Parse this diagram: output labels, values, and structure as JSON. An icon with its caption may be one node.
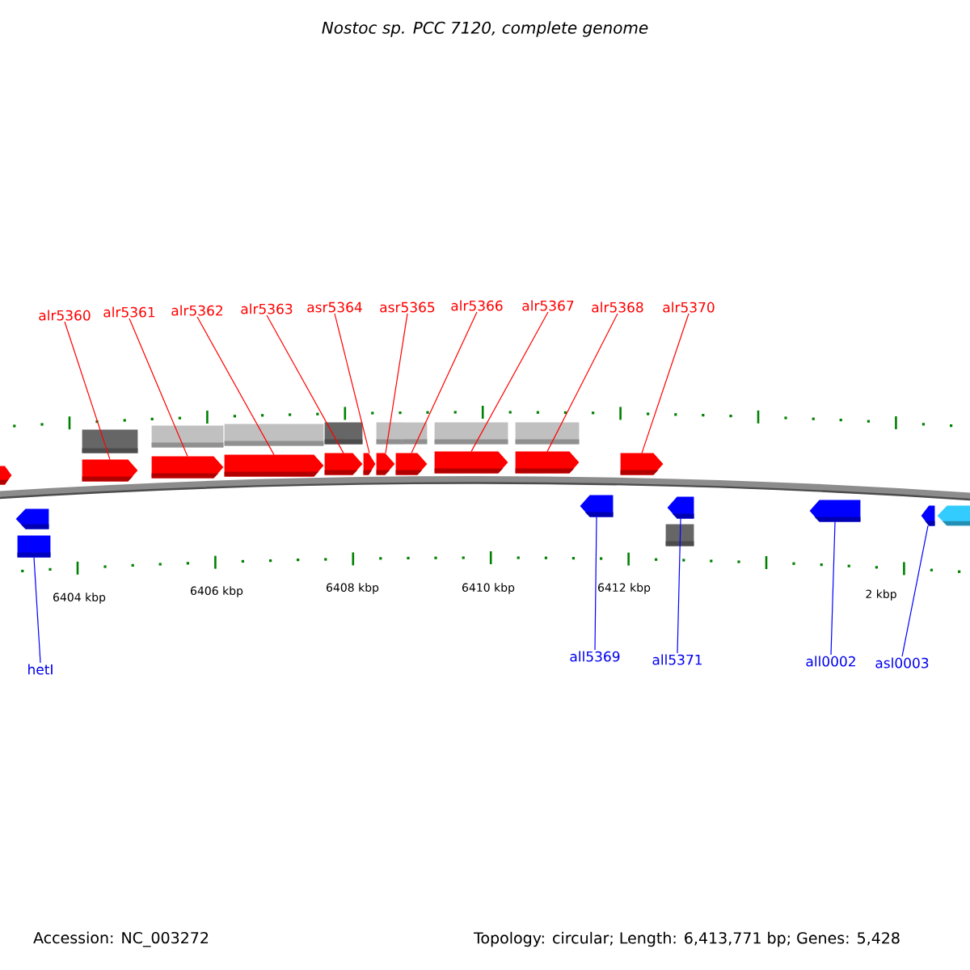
{
  "diagram": {
    "title": "Nostoc sp. PCC 7120, complete genome",
    "nodes": [
      {
        "text": [
          "alr5360"
        ]
      },
      {
        "text": [
          "alr5361"
        ]
      },
      {
        "text": [
          "alr5362"
        ]
      },
      {
        "text": [
          "alr5363"
        ]
      },
      {
        "text": [
          "asr5364"
        ]
      },
      {
        "text": [
          "asr5365"
        ]
      },
      {
        "text": [
          "alr5366"
        ]
      },
      {
        "text": [
          "alr5367"
        ]
      },
      {
        "text": [
          "alr5368"
        ]
      },
      {
        "text": [
          "alr5370"
        ]
      },
      {
        "text": [
          "hetI"
        ]
      },
      {
        "text": [
          "all5369"
        ]
      },
      {
        "text": [
          "all5371"
        ]
      },
      {
        "text": [
          "all0002"
        ]
      },
      {
        "text": [
          "asl0003"
        ]
      },
      {
        "text": [],
        "shape": "arrow"
      },
      {
        "text": [],
        "shape": "arrow"
      },
      {
        "text": [],
        "shape": "arrow"
      },
      {
        "text": [],
        "shape": "arrow"
      },
      {
        "text": [],
        "shape": "arrow"
      },
      {
        "text": [],
        "shape": "arrow"
      },
      {
        "text": [],
        "shape": "arrow"
      },
      {
        "text": [],
        "shape": "arrow"
      },
      {
        "text": [],
        "shape": "arrow"
      },
      {
        "text": [],
        "shape": "arrow"
      },
      {
        "text": [],
        "shape": "arrow"
      },
      {
        "text": [],
        "shape": "arrow"
      },
      {
        "text": [],
        "shape": "box"
      },
      {
        "text": [],
        "shape": "arrow"
      },
      {
        "text": [],
        "shape": "arrow"
      },
      {
        "text": [],
        "shape": "bar"
      },
      {
        "text": [],
        "shape": "arrow"
      },
      {
        "text": [],
        "shape": "arrow"
      },
      {
        "text": [],
        "shape": "arrow"
      },
      {
        "text": [],
        "shape": "bar"
      },
      {
        "text": [],
        "shape": "bar"
      },
      {
        "text": [],
        "shape": "bar"
      },
      {
        "text": [],
        "shape": "bar"
      },
      {
        "text": [],
        "shape": "bar"
      },
      {
        "text": [],
        "shape": "bar"
      },
      {
        "text": [],
        "shape": "bar"
      },
      {
        "text": [],
        "shape": "bar"
      }
    ],
    "edges": [
      {
        "from": 0,
        "to": 16,
        "arrow": "none"
      },
      {
        "from": 1,
        "to": 17,
        "arrow": "none"
      },
      {
        "from": 2,
        "to": 18,
        "arrow": "none"
      },
      {
        "from": 3,
        "to": 19,
        "arrow": "none"
      },
      {
        "from": 4,
        "to": 20,
        "arrow": "none"
      },
      {
        "from": 5,
        "to": 21,
        "arrow": "none"
      },
      {
        "from": 6,
        "to": 22,
        "arrow": "none"
      },
      {
        "from": 7,
        "to": 23,
        "arrow": "none"
      },
      {
        "from": 8,
        "to": 24,
        "arrow": "none"
      },
      {
        "from": 9,
        "to": 25,
        "arrow": "none"
      },
      {
        "from": 10,
        "to": 27,
        "arrow": "none",
        "color": "#0000ff"
      },
      {
        "from": 11,
        "to": 28,
        "arrow": "none",
        "color": "#0000ff"
      },
      {
        "from": 12,
        "to": 29,
        "arrow": "none",
        "color": "#0000ff"
      },
      {
        "from": 13,
        "to": 31,
        "arrow": "none",
        "color": "#0000ff"
      },
      {
        "from": 14,
        "to": 32,
        "arrow": "none",
        "color": "#0000ff"
      }
    ],
    "labels": [
      "6404 kbp",
      "6406 kbp",
      "6408 kbp",
      "6410 kbp",
      "6412 kbp",
      "2 kbp",
      "Accession: NC_003272",
      "Topology: circular; Length: 6,413,771 bp; Genes: 5,428"
    ]
  }
}
